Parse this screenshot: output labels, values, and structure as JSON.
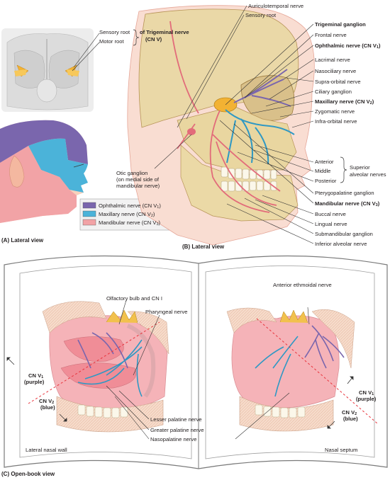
{
  "panel_a": {
    "labels": {
      "sensory_root": "Sensory root",
      "motor_root": "Motor root",
      "of_trigeminal": "of Trigeminal nerve",
      "cn_v": "(CN V)"
    },
    "legend": {
      "ophthalmic": "Ophthalmic nerve (CN V",
      "ophthalmic_sub": "1",
      "maxillary": "Maxillary nerve (CN V",
      "maxillary_sub": "2",
      "mandibular": "Mandibular nerve (CN V",
      "mandibular_sub": "3",
      "colors": {
        "ophthalmic": "#7a66ad",
        "maxillary": "#4bb3d9",
        "mandibular": "#f0a0a4"
      }
    },
    "caption": "(A) Lateral view"
  },
  "panel_b": {
    "labels": {
      "auriculotemporal": "Auriculotemporal nerve",
      "sensory_root": "Sensory root",
      "trigeminal_ganglion": "Trigeminal ganglion",
      "frontal": "Frontal nerve",
      "ophthalmic": "Ophthalmic nerve (CN V",
      "ophthalmic_sub": "1",
      "lacrimal": "Lacrimal nerve",
      "nasociliary": "Nasociliary nerve",
      "supraorbital": "Supra-orbital nerve",
      "ciliary": "Ciliary ganglion",
      "maxillary": "Maxillary nerve (CN V",
      "maxillary_sub": "2",
      "zygomatic": "Zygomatic nerve",
      "infraorbital": "Infra-orbital nerve",
      "anterior": "Anterior",
      "middle": "Middle",
      "posterior": "Posterior",
      "superior": "Superior",
      "alveolar_nerves": "alveolar nerves",
      "pterygopalatine": "Pterygopalatine ganglion",
      "mandibular": "Mandibular nerve (CN V",
      "mandibular_sub": "3",
      "buccal": "Buccal nerve",
      "lingual": "Lingual nerve",
      "submandibular": "Submandibular ganglion",
      "inferior_alveolar": "Inferior alveolar nerve",
      "otic_1": "Otic ganglion",
      "otic_2": "(on medial side of",
      "otic_3": "mandibular nerve)"
    },
    "caption": "(B) Lateral view"
  },
  "panel_c": {
    "labels": {
      "olfactory": "Olfactory bulb and CN I",
      "pharyngeal": "Pharyngeal nerve",
      "anterior_ethmoidal": "Anterior ethmoidal nerve",
      "lesser_palatine": "Lesser palatine nerve",
      "greater_palatine": "Greater palatine nerve",
      "nasopalatine": "Nasopalatine nerve",
      "cn_v1_left": "CN V",
      "cn_v1_left_sub": "1",
      "purple_left": "(purple)",
      "cn_v2_left": "CN V",
      "cn_v2_left_sub": "2",
      "blue_left": "(blue)",
      "cn_v1_right": "CN V",
      "cn_v1_right_sub": "1",
      "purple_right": "(purple)",
      "cn_v2_right": "CN V",
      "cn_v2_right_sub": "2",
      "blue_right": "(blue)",
      "lateral_wall": "Lateral nasal wall",
      "nasal_septum": "Nasal septum"
    },
    "caption": "(C) Open-book view"
  }
}
